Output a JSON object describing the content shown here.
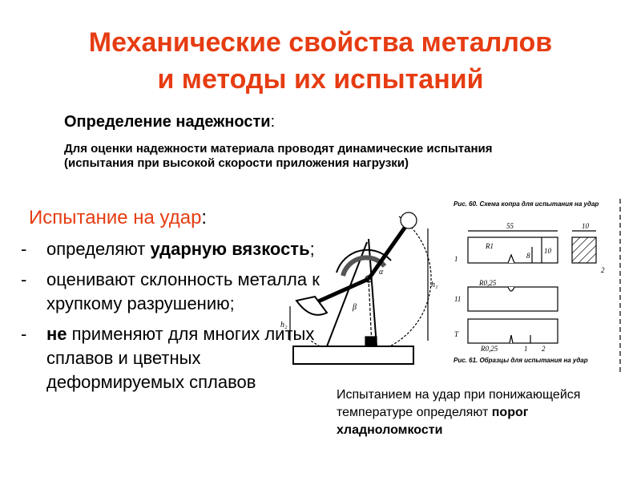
{
  "title": {
    "line1": "Механические свойства металлов",
    "line2": "и методы их испытаний"
  },
  "definition": {
    "heading": "Определение надежности",
    "colon": ":",
    "text": "Для оценки надежности материала проводят динамические испытания (испытания при высокой скорости приложения нагрузки)"
  },
  "impact": {
    "heading": "Испытание на удар",
    "colon": ":",
    "bullets": [
      {
        "lead": "определяют ",
        "bold": "ударную вязкость",
        "tail": ";"
      },
      {
        "text": "оценивают склонность металла к хрупкому разрушению;"
      },
      {
        "bold": "не",
        "tail": " применяют для многих литых сплавов и цветных деформируемых сплавов"
      }
    ]
  },
  "figure_left": {
    "labels": {
      "h1": "h₁",
      "h2": "h₂",
      "alpha": "α",
      "beta": "β"
    }
  },
  "figure_right": {
    "caption60": "Рис. 60. Схема копра для испытания на удар",
    "caption61": "Рис. 61. Образцы для испытания на удар",
    "dims": {
      "d55": "55",
      "d10": "10",
      "d10b": "10",
      "d8": "8",
      "d2": "2",
      "d2b": "2",
      "d1": "1"
    },
    "radii": {
      "r1": "R1",
      "r025a": "R0,25",
      "r025b": "R0,25"
    },
    "specimens": {
      "s1": "1",
      "s2": "11",
      "s3": "T"
    }
  },
  "note": {
    "text": "Испытанием на удар при понижающейся температуре определяют ",
    "bold": "порог хладноломкости"
  }
}
